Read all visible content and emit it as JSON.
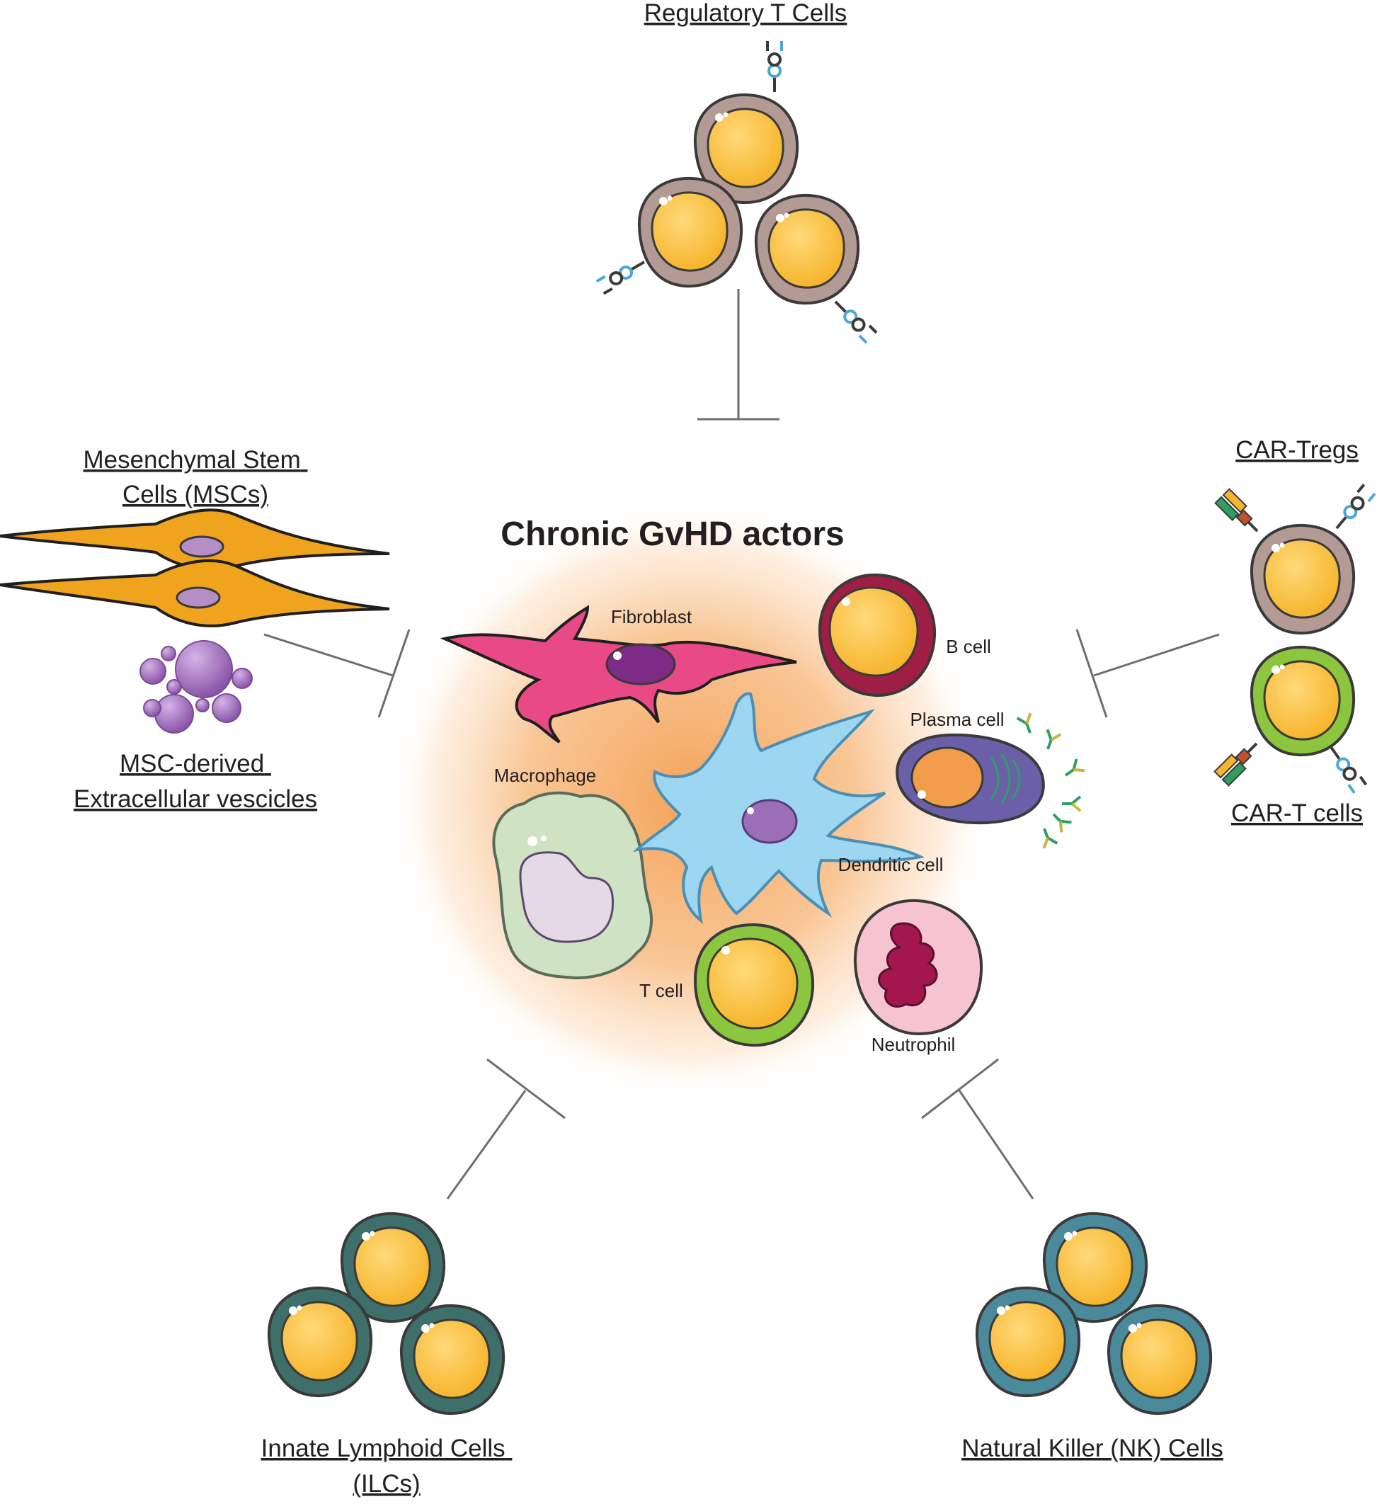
{
  "center": {
    "title": "Chronic GvHD actors"
  },
  "actors": {
    "fibroblast": "Fibroblast",
    "b_cell": "B cell",
    "plasma_cell": "Plasma cell",
    "macrophage": "Macrophage",
    "dendritic_cell": "Dendritic cell",
    "t_cell": "T cell",
    "neutrophil": "Neutrophil"
  },
  "therapies": {
    "tregs": "Regulatory T Cells",
    "msc_line1": "Mesenchymal Stem",
    "msc_line2": "Cells (MSCs)",
    "ev_line1": "MSC-derived",
    "ev_line2": "Extracellular vescicles",
    "car_tregs": "CAR-Tregs",
    "car_t": "CAR-T cells",
    "ilc_line1": "Innate Lymphoid Cells",
    "ilc_line2": "(ILCs)",
    "nk": "Natural Killer (NK) Cells"
  },
  "colors": {
    "glow_center": "#f4a35a",
    "nucleus": "#fbc33c",
    "treg_cytoplasm": "#b49a94",
    "car_t_cytoplasm": "#8cc63f",
    "ilc_cytoplasm": "#3f6f6a",
    "nk_cytoplasm": "#4b8a9a",
    "fibroblast": "#e94a86",
    "msc": "#f0a41e",
    "vesicle": "#9a66b8",
    "b_cell": "#9e1e45",
    "plasma_cell": "#6a5fa8",
    "macrophage": "#cfe2c4",
    "dendritic": "#9dd6f0",
    "neutrophil": "#f6c3d0",
    "inhibition_line": "#6d6e71"
  }
}
